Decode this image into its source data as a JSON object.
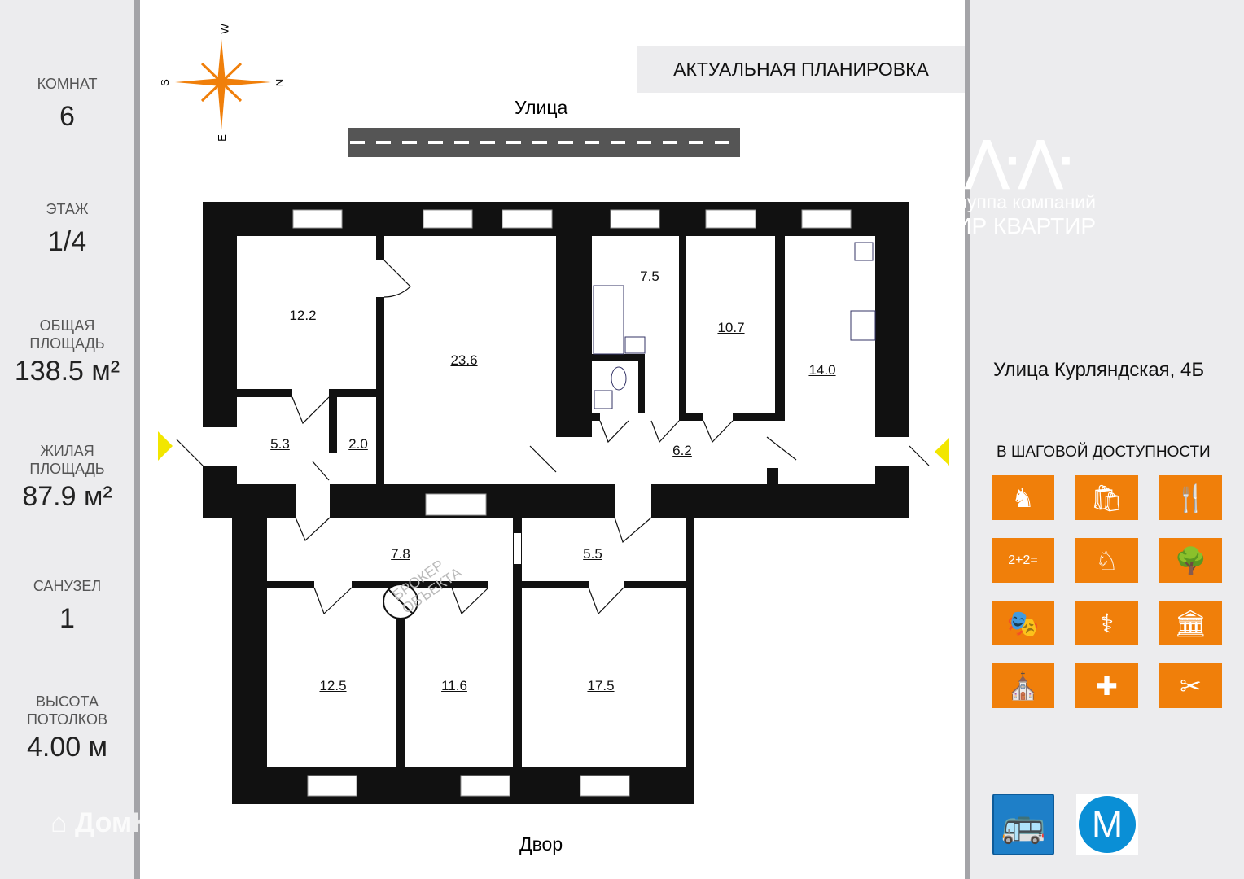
{
  "stats": [
    {
      "label": "КОМНАТ",
      "value": "6"
    },
    {
      "label": "ЭТАЖ",
      "value": "1/4"
    },
    {
      "label": "ОБЩАЯ ПЛОЩАДЬ",
      "value": "138.5 м²"
    },
    {
      "label": "ЖИЛАЯ ПЛОЩАДЬ",
      "value": "87.9 м²"
    },
    {
      "label": "САНУЗЕЛ",
      "value": "1"
    },
    {
      "label": "ВЫСОТА ПОТОЛКОВ",
      "value": "4.00 м"
    }
  ],
  "watermark_left": "ДомКлик",
  "plan": {
    "banner": "АКТУАЛЬНАЯ ПЛАНИРОВКА",
    "street_label": "Улица",
    "yard_label": "Двор",
    "compass": {
      "n": "N",
      "s": "S",
      "e": "E",
      "w": "W"
    },
    "rooms": [
      "12.2",
      "23.6",
      "7.5",
      "10.7",
      "14.0",
      "5.3",
      "2.0",
      "6.2",
      "7.8",
      "5.5",
      "12.5",
      "11.6",
      "17.5"
    ],
    "watermark": "БРОКЕР ОБЪЕКТА"
  },
  "company": {
    "line1": "Группа компаний",
    "line2": "МИР КВАРТИР"
  },
  "address": "Улица Курляндская, 4Б",
  "nearby_title": "В ШАГОВОЙ ДОСТУПНОСТИ",
  "amenities": [
    {
      "icon": "monument-icon",
      "glyph": "♞"
    },
    {
      "icon": "shopping-bag-icon",
      "glyph": "🛍"
    },
    {
      "icon": "restaurant-icon",
      "glyph": "🍴"
    },
    {
      "icon": "school-icon",
      "glyph": "2+2="
    },
    {
      "icon": "kindergarten-icon",
      "glyph": "♘"
    },
    {
      "icon": "park-icon",
      "glyph": "🌳"
    },
    {
      "icon": "theatre-icon",
      "glyph": "🎭"
    },
    {
      "icon": "dentist-icon",
      "glyph": "⚕"
    },
    {
      "icon": "museum-icon",
      "glyph": "🏛"
    },
    {
      "icon": "church-icon",
      "glyph": "⛪"
    },
    {
      "icon": "hospital-icon",
      "glyph": "✚"
    },
    {
      "icon": "salon-icon",
      "glyph": "✂"
    }
  ],
  "transport": {
    "bus_icon": "bus-icon",
    "metro_label": "M"
  },
  "colors": {
    "accent": "#f07f0a",
    "panel": "#ececee",
    "bus": "#1e7fc8",
    "metro": "#0a8fd6",
    "door_marker": "#f2e600"
  }
}
